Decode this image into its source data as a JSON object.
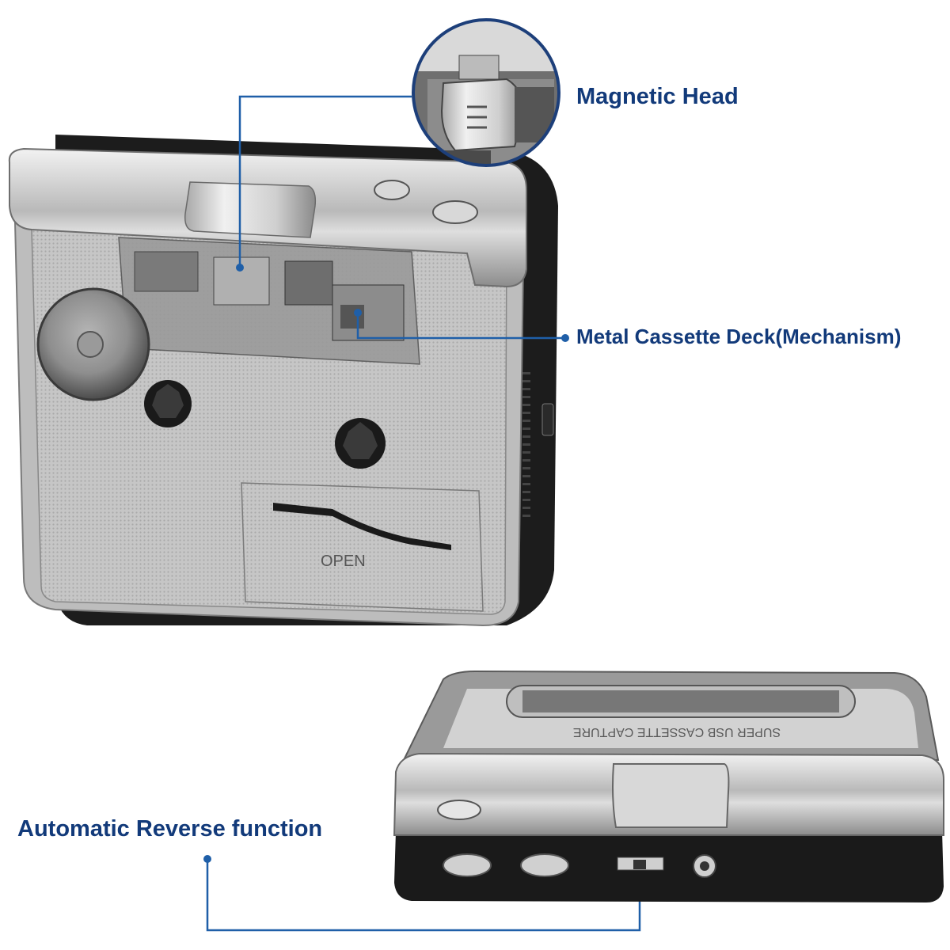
{
  "callouts": {
    "magnetic_head": "Magnetic Head",
    "cassette_deck": "Metal Cassette Deck(Mechanism)",
    "auto_reverse": "Automatic Reverse function"
  },
  "device": {
    "door_label": "OPEN",
    "top_panel_text": "SUPER USB CASSETTE CAPTURE"
  },
  "colors": {
    "callout_text": "#123a7a",
    "leader_line": "#1f5fa8",
    "body_silver": "#c9c9c9",
    "body_dark": "#1e1e1e"
  }
}
